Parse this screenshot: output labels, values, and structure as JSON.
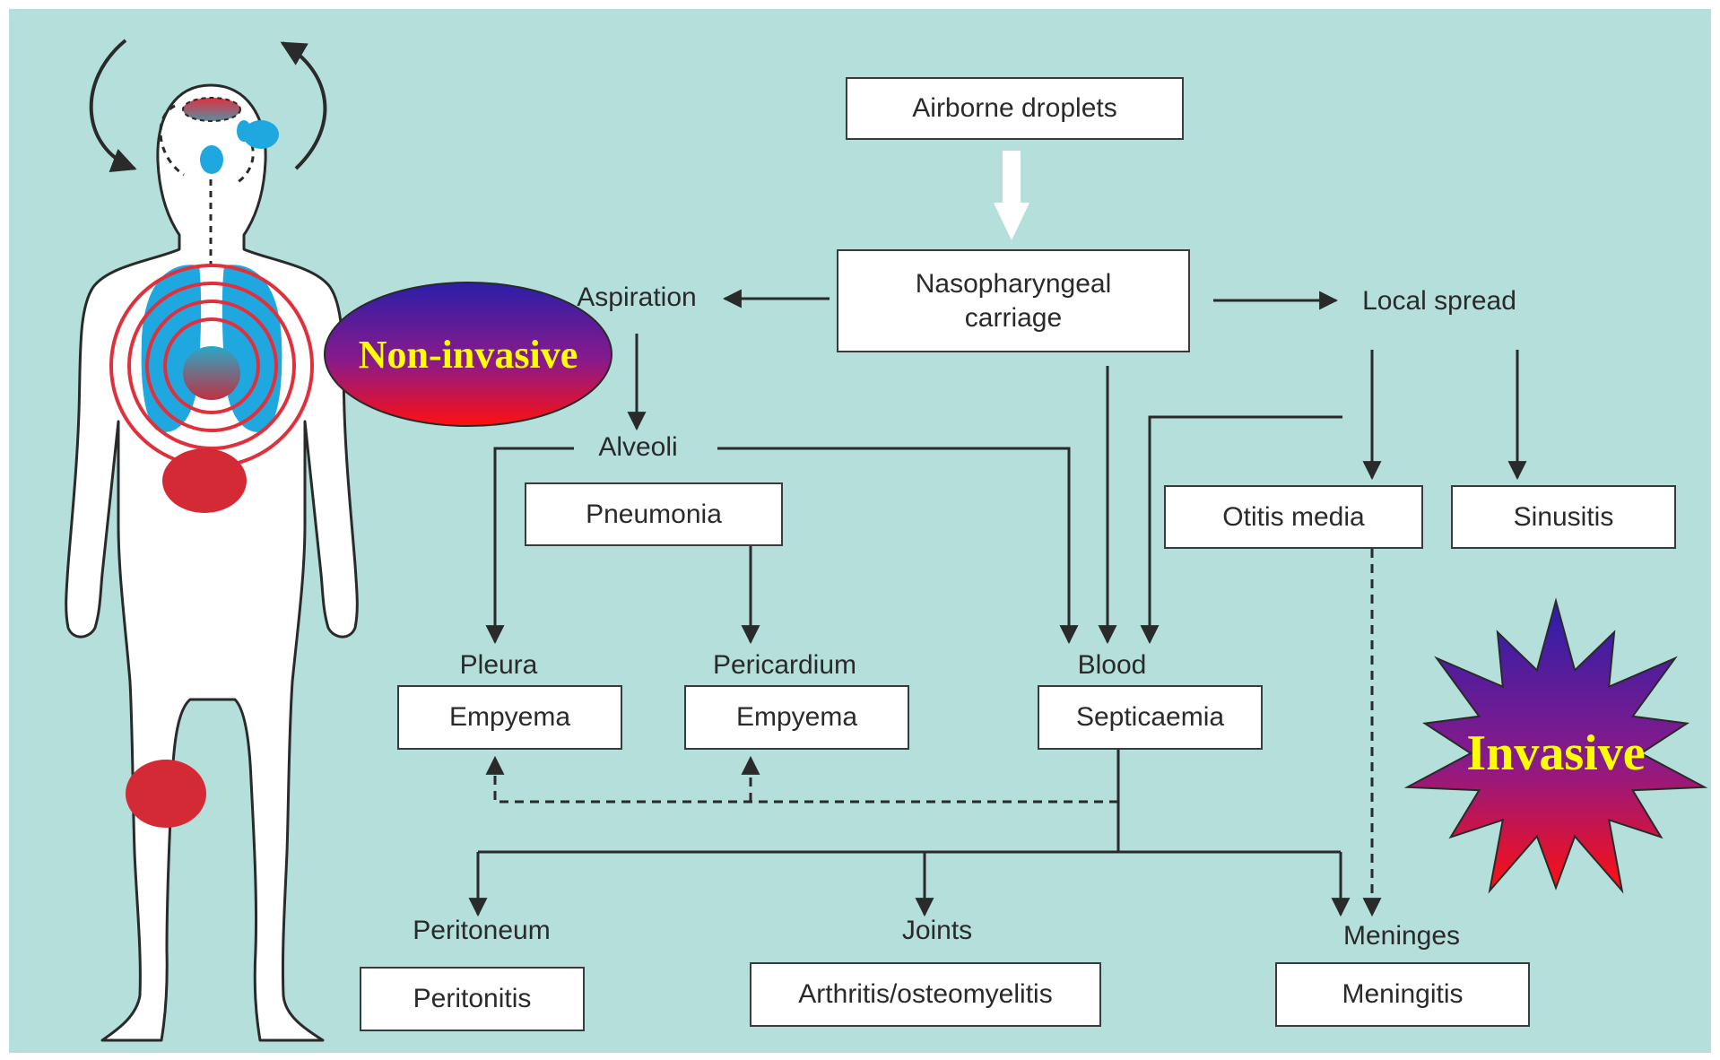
{
  "diagram": {
    "boxes": {
      "airborne": "Airborne droplets",
      "nasopharyngeal": "Nasopharyngeal\ncarriage",
      "pneumonia": "Pneumonia",
      "otitis": "Otitis media",
      "sinusitis": "Sinusitis",
      "empyema_pleura": "Empyema",
      "empyema_pericardium": "Empyema",
      "septicaemia": "Septicaemia",
      "peritonitis": "Peritonitis",
      "arthritis": "Arthritis/osteomyelitis",
      "meningitis": "Meningitis"
    },
    "labels": {
      "aspiration": "Aspiration",
      "local_spread": "Local spread",
      "alveoli": "Alveoli",
      "pleura": "Pleura",
      "pericardium": "Pericardium",
      "blood": "Blood",
      "peritoneum": "Peritoneum",
      "joints": "Joints",
      "meninges": "Meninges"
    },
    "badges": {
      "non_invasive": "Non-invasive",
      "invasive": "Invasive"
    }
  },
  "colors": {
    "background": "#b4dfdb",
    "box_fill": "#ffffff",
    "box_border": "#3b3b3b",
    "arrow": "#333333",
    "organ_blue": "#1fa7e0",
    "organ_red": "#d42a35",
    "badge_text": "#ffff00",
    "badge_gradient_top": "#2a1fa8",
    "badge_gradient_bottom": "#ff1010"
  },
  "icons": [
    "rotation-arrow-icon",
    "human-body-icon",
    "lungs-icon",
    "concentric-rings-icon",
    "white-down-arrow-icon"
  ]
}
